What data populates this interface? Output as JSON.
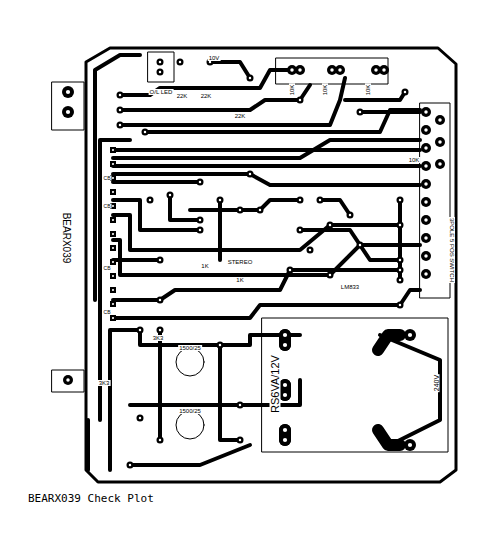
{
  "diagram": {
    "caption": "BEARX039 Check Plot",
    "labels": [
      "O/L LED",
      "10V",
      "22K",
      "22K",
      "22K",
      "10K",
      "10K",
      "10K",
      "10K",
      "STEREO",
      "LM833",
      "1500/25",
      "1500/25",
      "3K3",
      "3K3",
      "RS6VA/12V",
      "240V",
      "3POLE 5 POS SWITCH",
      "BEARX039",
      "1K",
      "1K",
      "CB",
      "CB",
      "CB",
      "CB"
    ]
  }
}
